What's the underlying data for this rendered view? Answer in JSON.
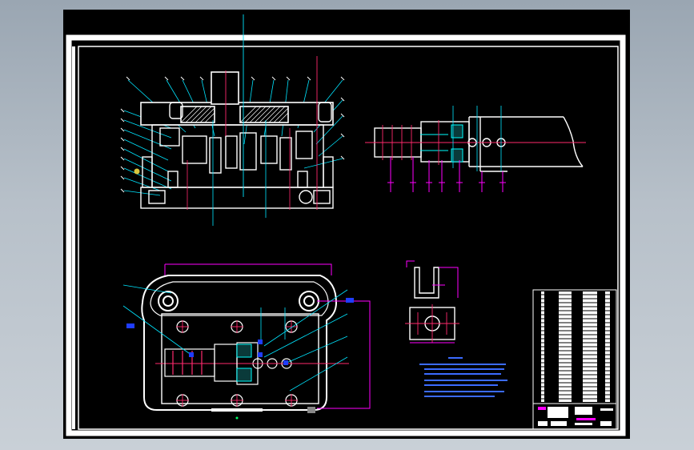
{
  "viewer": {
    "background": "#b3bcc5",
    "canvas_background": "#000000"
  },
  "drawing": {
    "frame_color": "#ffffff",
    "palette": {
      "outline": "#ffffff",
      "leader": "#00e5ff",
      "centerline": "#ff2a6d",
      "dimension": "#ff00ff",
      "highlight": "#00ffff",
      "note": "#3b6bff",
      "hatch": "#ffffff",
      "marker": "#ffd84a",
      "blue_tag": "#1f3dff"
    },
    "views": [
      "front-section-view",
      "side-view",
      "top-plan-view",
      "part-detail-view",
      "parts-list",
      "title-block"
    ],
    "title_block": {
      "lines": [
        "",
        "",
        "",
        ""
      ]
    },
    "technical_notes": {
      "lines": [
        "",
        "",
        "",
        "",
        "",
        "",
        ""
      ]
    }
  }
}
